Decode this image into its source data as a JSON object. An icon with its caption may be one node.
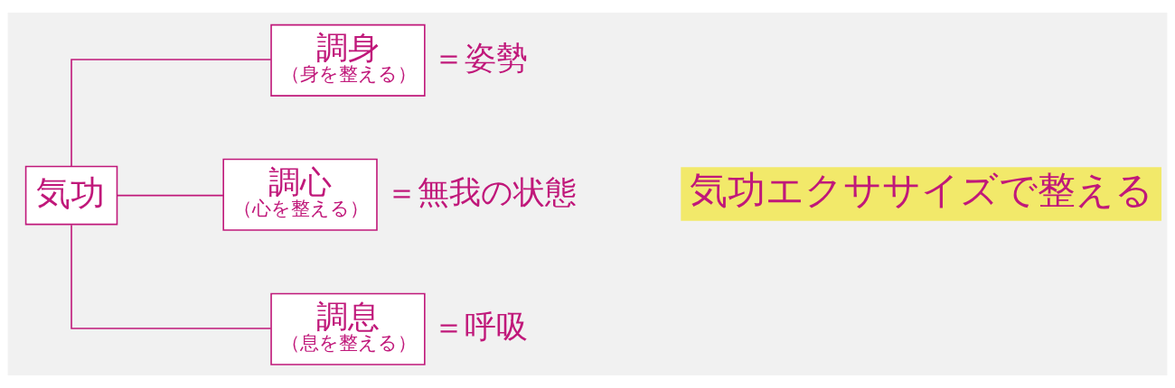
{
  "diagram": {
    "nodes": [
      {
        "text": [
          "気功"
        ]
      },
      {
        "text": [
          "調身",
          "（身を整える）"
        ],
        "beside": [
          "＝姿勢"
        ]
      },
      {
        "text": [
          "調心",
          "（心を整える）"
        ],
        "beside": [
          "＝無我の状態"
        ]
      },
      {
        "text": [
          "調息",
          "（息を整える）"
        ],
        "beside": [
          "＝呼吸"
        ]
      }
    ],
    "edges": [
      {
        "from": 0,
        "to": 1,
        "arrow": "none"
      },
      {
        "from": 0,
        "to": 2,
        "arrow": "none"
      },
      {
        "from": 0,
        "to": 3,
        "arrow": "none"
      }
    ],
    "labels": [
      "気功エクササイズで整える"
    ]
  }
}
